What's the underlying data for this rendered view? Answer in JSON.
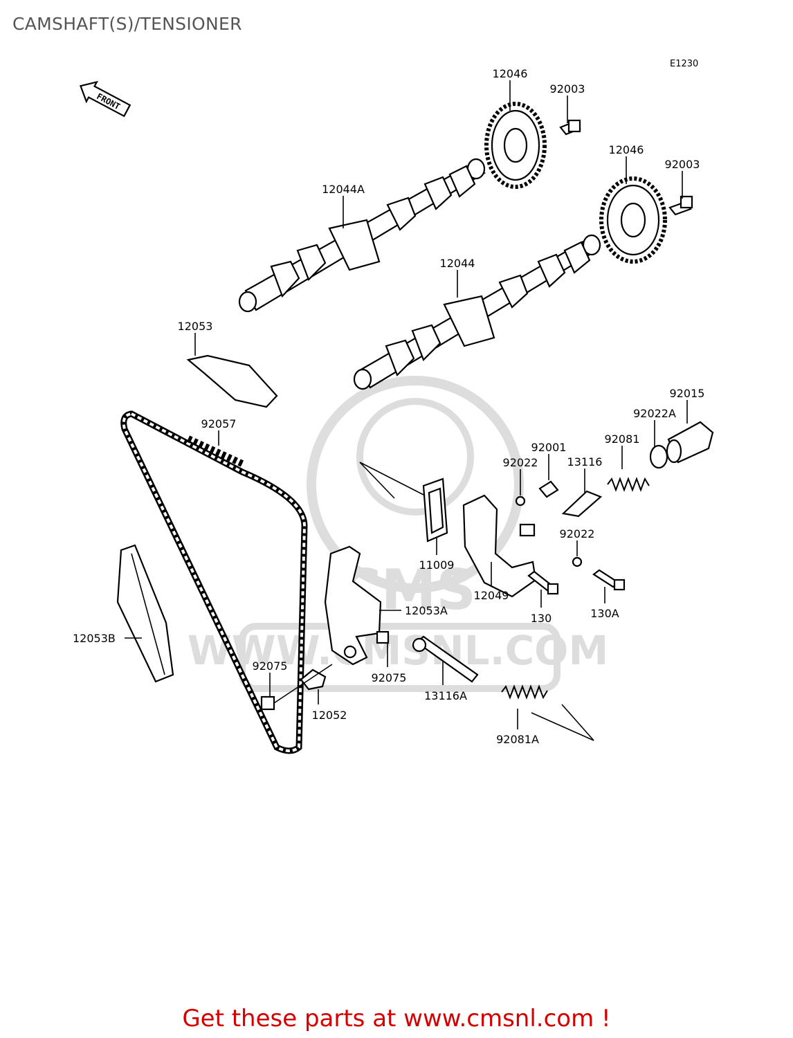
{
  "title": "CAMSHAFT(S)/TENSIONER",
  "diagram_code": "E1230",
  "front_marker": "FRONT",
  "footer": "Get these parts at www.cmsnl.com !",
  "watermark": {
    "brand": "CMS",
    "url": "WWW.CMSNL.COM"
  },
  "parts": {
    "p12046_top": "12046",
    "p92003_top": "92003",
    "p12046_right": "12046",
    "p92003_right": "92003",
    "p12044A": "12044A",
    "p12044": "12044",
    "p12053": "12053",
    "p92057": "92057",
    "p92015": "92015",
    "p92022A": "92022A",
    "p92081": "92081",
    "p92001": "92001",
    "p13116": "13116",
    "p92022_top": "92022",
    "p92022_mid": "92022",
    "p11009": "11009",
    "p12049": "12049",
    "p130": "130",
    "p130A": "130A",
    "p12053A": "12053A",
    "p12053B": "12053B",
    "p92075_left": "92075",
    "p92075_mid": "92075",
    "p12052": "12052",
    "p13116A": "13116A",
    "p92081A": "92081A"
  }
}
